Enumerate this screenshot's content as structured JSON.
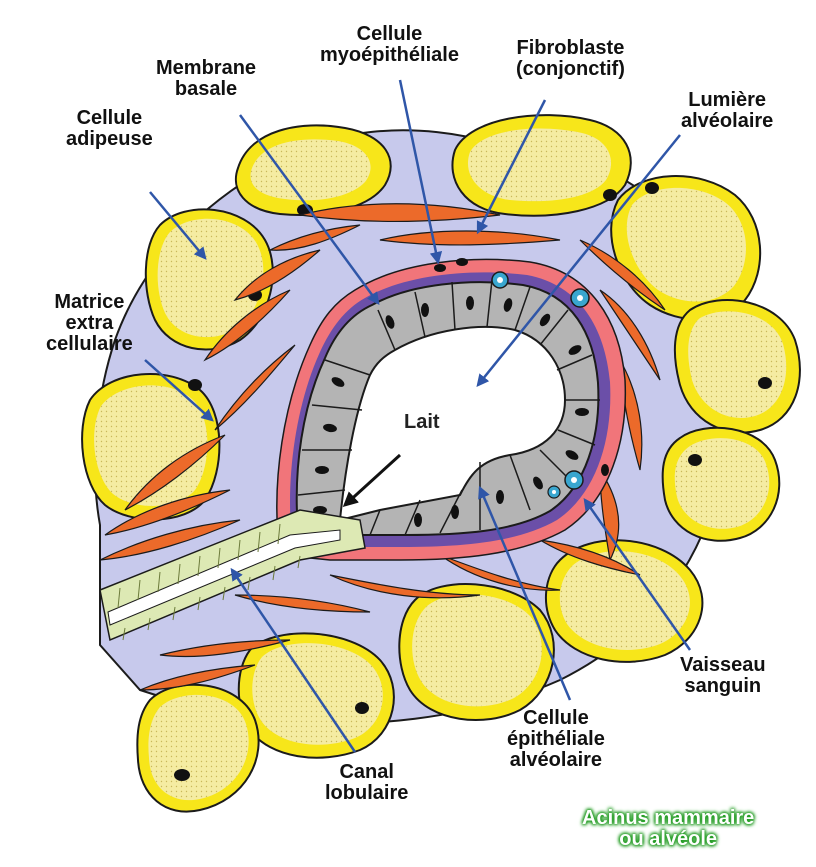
{
  "colors": {
    "fat_cell_rim": "#f7e61a",
    "fat_cell_fill": "#f5eca2",
    "matrix": "#c7c9ec",
    "fibroblast": "#ec6a2a",
    "myoepithelial_band": "#f1757a",
    "basement_membrane": "#6b4fa8",
    "epithelial_cell": "#b4b4b4",
    "duct_cell": "#dde9b4",
    "vessel": "#39a6cf",
    "pointer": "#2f56a8",
    "badge_glow": "#2f9d2f"
  },
  "labels": {
    "cellule_adipeuse": [
      "Cellule",
      "adipeuse"
    ],
    "membrane_basale": [
      "Membrane",
      "basale"
    ],
    "cellule_myoepitheliale": [
      "Cellule",
      "myoépithéliale"
    ],
    "fibroblaste": [
      "Fibroblaste",
      "(conjonctif)"
    ],
    "lumiere_alveolaire": [
      "Lumière",
      "alvéolaire"
    ],
    "matrice_extra_cellulaire": [
      "Matrice",
      "extra",
      "cellulaire"
    ],
    "lait": "Lait",
    "vaisseau_sanguin": [
      "Vaisseau",
      "sanguin"
    ],
    "cellule_epitheliale_alveolaire": [
      "Cellule",
      "épithéliale",
      "alvéolaire"
    ],
    "canal_lobulaire": [
      "Canal",
      "lobulaire"
    ]
  },
  "title_badge": [
    "Acinus mammaire",
    "ou alvéole"
  ]
}
